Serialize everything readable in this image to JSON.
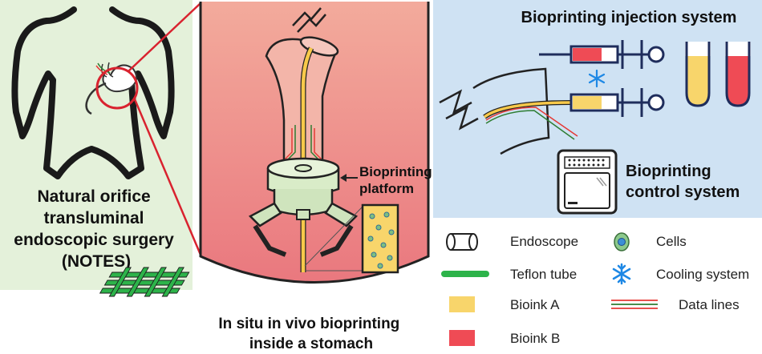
{
  "left_panel": {
    "caption_lines": [
      "Natural orifice",
      "transluminal",
      "endoscopic surgery",
      "(NOTES)"
    ]
  },
  "center_panel": {
    "platform_label_lines": [
      "Bioprinting",
      "platform"
    ],
    "caption_lines": [
      "In situ in vivo bioprinting",
      "inside a stomach"
    ]
  },
  "right_panel": {
    "title": "Bioprinting injection system",
    "control_label_lines": [
      "Bioprinting",
      "control system"
    ]
  },
  "legend": {
    "items": [
      {
        "label": "Endoscope",
        "icon": "endoscope-icon"
      },
      {
        "label": "Cells",
        "icon": "cell-icon"
      },
      {
        "label": "Teflon tube",
        "icon": "teflon-tube-icon"
      },
      {
        "label": "Cooling system",
        "icon": "snowflake-icon"
      },
      {
        "label": "Bioink A",
        "icon": "bioink-a-swatch"
      },
      {
        "label": "Data lines",
        "icon": "data-lines-icon"
      },
      {
        "label": "Bioink B",
        "icon": "bioink-b-swatch"
      }
    ]
  },
  "colors": {
    "left_bg": "#e4f1da",
    "right_bg": "#cfe2f3",
    "center_top": "#f4a99a",
    "center_bottom": "#e9727a",
    "bioink_a": "#f8d56b",
    "bioink_b": "#ef4b55",
    "teflon": "#2db34a",
    "accent_red": "#d9232f",
    "snowflake": "#1e88e5",
    "navy": "#1f2d5c"
  }
}
